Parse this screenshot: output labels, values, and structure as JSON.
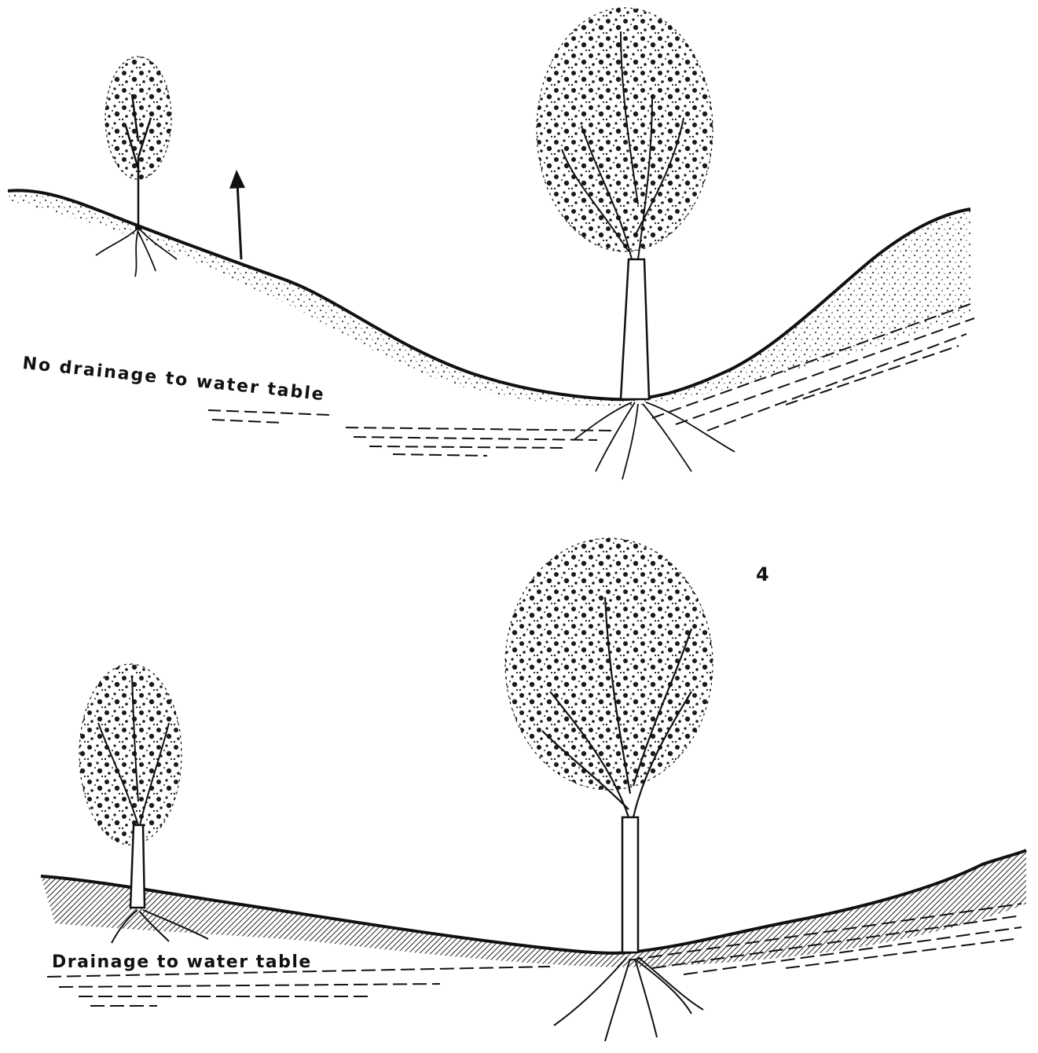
{
  "panels": {
    "top": {
      "label": "No drainage to water table"
    },
    "bottom": {
      "label": "Drainage to water table"
    }
  },
  "figure_number": "4",
  "colors": {
    "ink": "#111111",
    "paper": "#ffffff",
    "soil_hatch": "#3a3a3a"
  }
}
